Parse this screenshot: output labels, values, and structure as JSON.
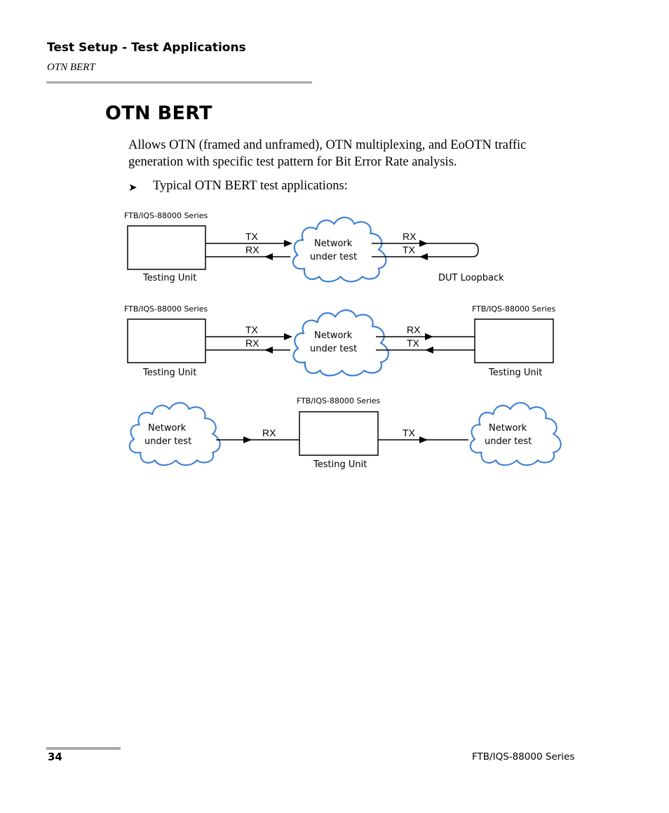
{
  "header": {
    "section_title": "Test Setup - Test Applications",
    "subsection": "OTN BERT"
  },
  "page_title": "OTN BERT",
  "intro_text": "Allows OTN (framed and unframed), OTN multiplexing, and EoOTN traffic generation with specific test pattern for Bit Error Rate analysis.",
  "bullet": {
    "icon": "arrowhead-bullet-icon",
    "text": "Typical OTN BERT test applications:"
  },
  "diagram": {
    "loopback": {
      "device_series": "FTB/IQS-88000 Series",
      "device_label": "Testing Unit",
      "left_tx": "TX",
      "left_rx": "RX",
      "cloud_line1": "Network",
      "cloud_line2": "under test",
      "right_rx": "RX",
      "right_tx": "TX",
      "loopback_label": "DUT Loopback"
    },
    "end_to_end": {
      "left_series": "FTB/IQS-88000 Series",
      "left_label": "Testing Unit",
      "left_tx": "TX",
      "left_rx": "RX",
      "cloud_line1": "Network",
      "cloud_line2": "under test",
      "right_rx": "RX",
      "right_tx": "TX",
      "right_series": "FTB/IQS-88000 Series",
      "right_label": "Testing Unit"
    },
    "through": {
      "left_cloud_line1": "Network",
      "left_cloud_line2": "under test",
      "rx": "RX",
      "device_series": "FTB/IQS-88000 Series",
      "device_label": "Testing Unit",
      "tx": "TX",
      "right_cloud_line1": "Network",
      "right_cloud_line2": "under test"
    },
    "colors": {
      "cloud_stroke": "#3b7fd1",
      "line": "#000000"
    }
  },
  "footer": {
    "page_number": "34",
    "product": "FTB/IQS-88000 Series"
  }
}
